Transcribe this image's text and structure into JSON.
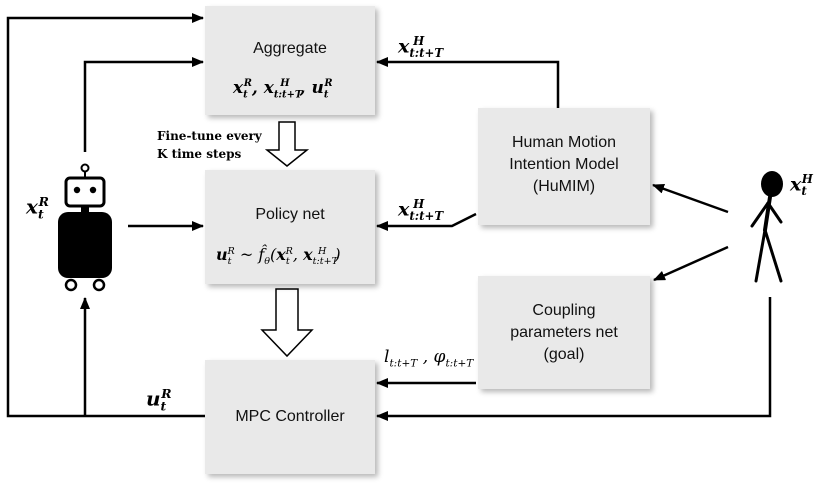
{
  "boxes": {
    "aggregate": {
      "title": "Aggregate"
    },
    "policy_net": {
      "title": "Policy net"
    },
    "mpc_controller": {
      "title": "MPC Controller"
    },
    "humim": {
      "lines": [
        "Human Motion",
        "Intention Model",
        "(HuMIM)"
      ]
    },
    "coupling": {
      "lines": [
        "Coupling",
        "parameters net",
        "(goal)"
      ]
    }
  },
  "annotations": {
    "finetune": [
      "Fine-tune every",
      "K time steps"
    ]
  },
  "math": {
    "aggregate_inputs": "x_t^R, x^H_{t:t+T}, u_t^R",
    "policy_eq": "u_t^R ~ f̂_θ(x_t^R, x^H_{t:t+T})",
    "human_traj": "x^H_{t:t+T}",
    "robot_state": "x_t^R",
    "human_state": "x_t^H",
    "control_input": "u_t^R",
    "coupling_params": "l_{t:t+T}, φ_{t:t+T}"
  },
  "colors": {
    "box_fill": "#e9e9e9",
    "line": "#000000",
    "text": "#111111"
  },
  "icons": {
    "robot": "robot-icon",
    "human": "stick-figure-icon"
  }
}
